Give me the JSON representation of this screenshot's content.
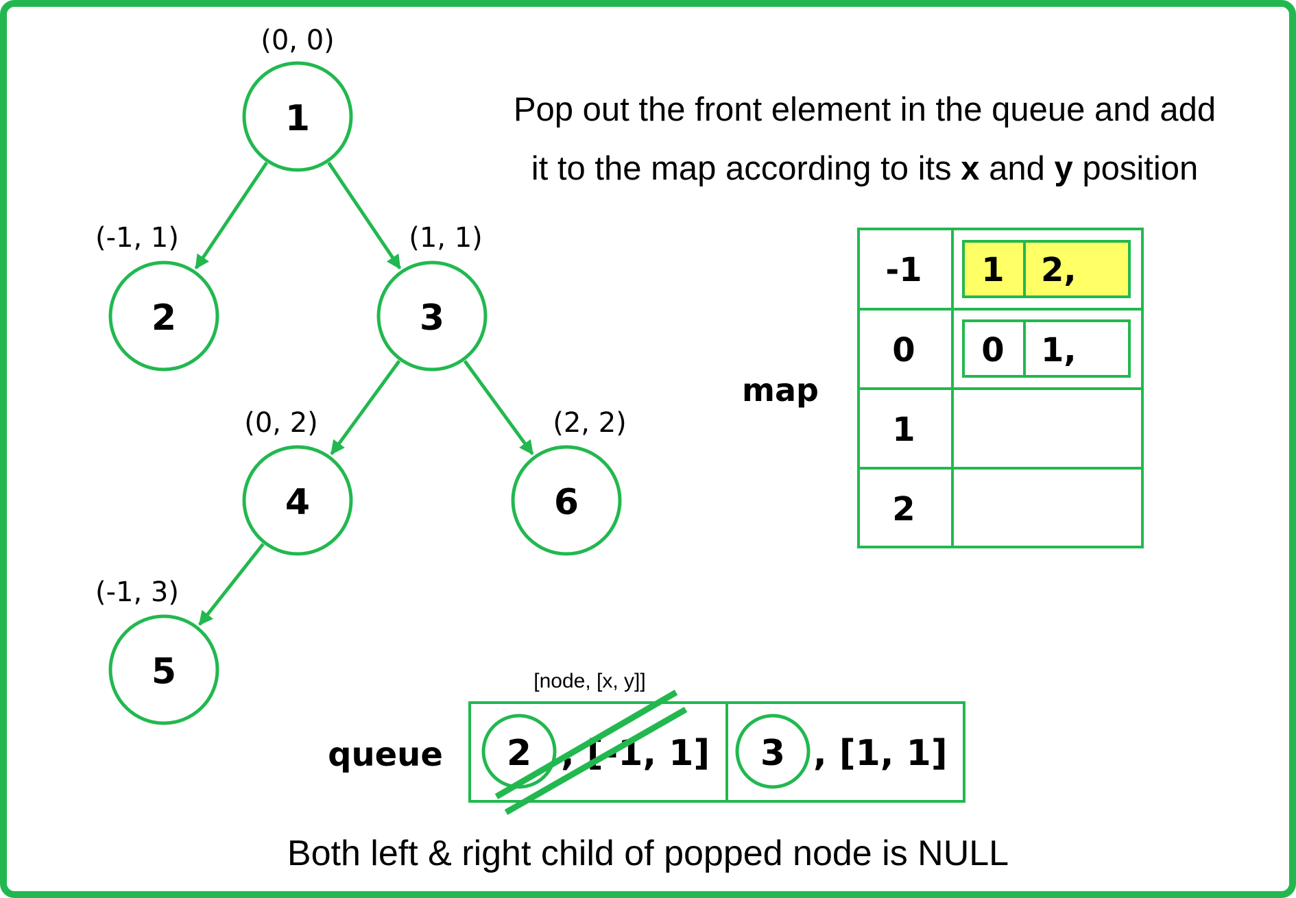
{
  "colors": {
    "green": "#22b84f",
    "yellow": "#ffff66",
    "text": "#000000",
    "background": "#ffffff"
  },
  "tree": {
    "nodes": [
      {
        "id": "1",
        "value": "1",
        "coord": "(0, 0)"
      },
      {
        "id": "2",
        "value": "2",
        "coord": "(-1, 1)"
      },
      {
        "id": "3",
        "value": "3",
        "coord": "(1, 1)"
      },
      {
        "id": "4",
        "value": "4",
        "coord": "(0, 2)"
      },
      {
        "id": "6",
        "value": "6",
        "coord": "(2, 2)"
      },
      {
        "id": "5",
        "value": "5",
        "coord": "(-1, 3)"
      }
    ],
    "edges": [
      [
        "1",
        "2"
      ],
      [
        "1",
        "3"
      ],
      [
        "3",
        "4"
      ],
      [
        "3",
        "6"
      ],
      [
        "4",
        "5"
      ]
    ]
  },
  "description": {
    "line1": "Pop out the front element in the queue and add",
    "line2_start": "it to the map according to its ",
    "x": "x",
    "and": " and ",
    "y": "y",
    "line2_end": " position"
  },
  "map": {
    "label": "map",
    "rows": [
      {
        "key": "-1",
        "cells": [
          "1",
          "2,"
        ],
        "highlight": true
      },
      {
        "key": "0",
        "cells": [
          "0",
          "1,"
        ],
        "highlight": false
      },
      {
        "key": "1",
        "cells": [],
        "highlight": false
      },
      {
        "key": "2",
        "cells": [],
        "highlight": false
      }
    ]
  },
  "queue": {
    "label": "queue",
    "hint": "[node, [x, y]]",
    "items": [
      {
        "node": "2",
        "coords": ", [-1, 1]",
        "popped": true
      },
      {
        "node": "3",
        "coords": ", [1, 1]",
        "popped": false
      }
    ]
  },
  "footer": "Both left & right child of popped node is NULL"
}
